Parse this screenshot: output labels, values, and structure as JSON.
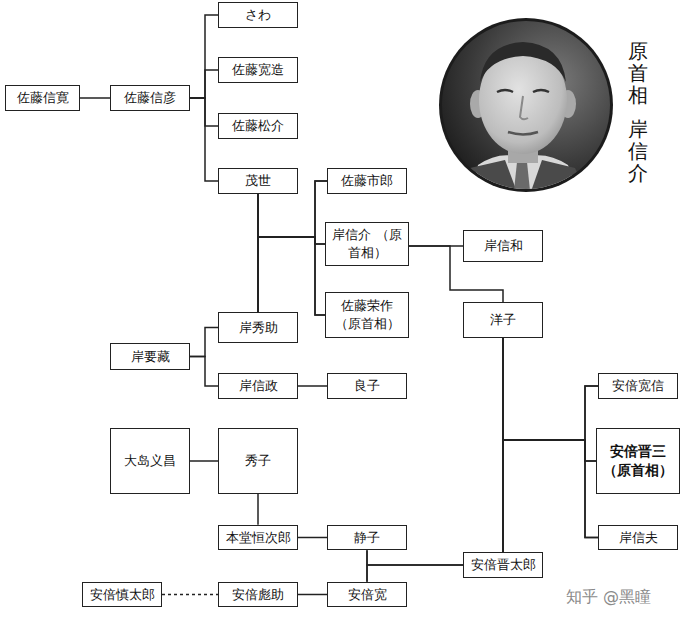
{
  "diagram": {
    "nodes": [
      {
        "text": [
          "佐藤信寛"
        ]
      },
      {
        "text": [
          "佐藤信彦"
        ]
      },
      {
        "text": [
          "さわ"
        ]
      },
      {
        "text": [
          "佐藤宽造"
        ]
      },
      {
        "text": [
          "佐藤松介"
        ]
      },
      {
        "text": [
          "茂世"
        ]
      },
      {
        "text": [
          "佐藤市郎"
        ]
      },
      {
        "text": [
          "岸信介 （原首相）"
        ]
      },
      {
        "text": [
          "岸信和"
        ]
      },
      {
        "text": [
          "佐藤荣作 （原首相）"
        ]
      },
      {
        "text": [
          "洋子"
        ]
      },
      {
        "text": [
          "岸秀助"
        ]
      },
      {
        "text": [
          "岸要藏"
        ]
      },
      {
        "text": [
          "岸信政"
        ]
      },
      {
        "text": [
          "良子"
        ]
      },
      {
        "text": [
          "安倍宽信"
        ]
      },
      {
        "text": [
          "大岛义昌"
        ]
      },
      {
        "text": [
          "秀子"
        ]
      },
      {
        "text": [
          "安倍晋三 （原首相）"
        ]
      },
      {
        "text": [
          "本堂恒次郎"
        ]
      },
      {
        "text": [
          "静子"
        ]
      },
      {
        "text": [
          "岸信夫"
        ]
      },
      {
        "text": [
          "安倍晋太郎"
        ]
      },
      {
        "text": [
          "安倍慎太郎"
        ]
      },
      {
        "text": [
          "安倍彪助"
        ]
      },
      {
        "text": [
          "安倍宽"
        ]
      }
    ],
    "edges": [
      {
        "from": 0,
        "to": 1,
        "arrow": "none"
      },
      {
        "from": 1,
        "to": 2,
        "arrow": "none"
      },
      {
        "from": 1,
        "to": 3,
        "arrow": "none"
      },
      {
        "from": 1,
        "to": 4,
        "arrow": "none"
      },
      {
        "from": 1,
        "to": 5,
        "arrow": "none"
      },
      {
        "from": 5,
        "to": 11,
        "arrow": "none"
      },
      {
        "from": 5,
        "to": 6,
        "arrow": "none"
      },
      {
        "from": 5,
        "to": 7,
        "arrow": "none"
      },
      {
        "from": 5,
        "to": 9,
        "arrow": "none"
      },
      {
        "from": 11,
        "to": 6,
        "arrow": "none"
      },
      {
        "from": 11,
        "to": 7,
        "arrow": "none"
      },
      {
        "from": 11,
        "to": 9,
        "arrow": "none"
      },
      {
        "from": 12,
        "to": 11,
        "arrow": "none"
      },
      {
        "from": 12,
        "to": 13,
        "arrow": "none"
      },
      {
        "from": 13,
        "to": 14,
        "arrow": "none"
      },
      {
        "from": 7,
        "to": 8,
        "arrow": "none"
      },
      {
        "from": 7,
        "to": 10,
        "arrow": "none"
      },
      {
        "from": 10,
        "to": 22,
        "arrow": "none"
      },
      {
        "from": 10,
        "to": 15,
        "arrow": "none"
      },
      {
        "from": 10,
        "to": 18,
        "arrow": "none"
      },
      {
        "from": 10,
        "to": 21,
        "arrow": "none"
      },
      {
        "from": 22,
        "to": 15,
        "arrow": "none"
      },
      {
        "from": 22,
        "to": 18,
        "arrow": "none"
      },
      {
        "from": 22,
        "to": 21,
        "arrow": "none"
      },
      {
        "from": 16,
        "to": 17,
        "arrow": "none"
      },
      {
        "from": 17,
        "to": 19,
        "arrow": "none"
      },
      {
        "from": 19,
        "to": 20,
        "arrow": "none"
      },
      {
        "from": 20,
        "to": 25,
        "arrow": "none"
      },
      {
        "from": 20,
        "to": 22,
        "arrow": "none"
      },
      {
        "from": 25,
        "to": 22,
        "arrow": "none"
      },
      {
        "from": 23,
        "to": 24,
        "arrow": "none"
      },
      {
        "from": 24,
        "to": 25,
        "arrow": "none"
      }
    ],
    "labels": [
      "原首相",
      "岸信介",
      "知乎 @黑瞳"
    ]
  }
}
